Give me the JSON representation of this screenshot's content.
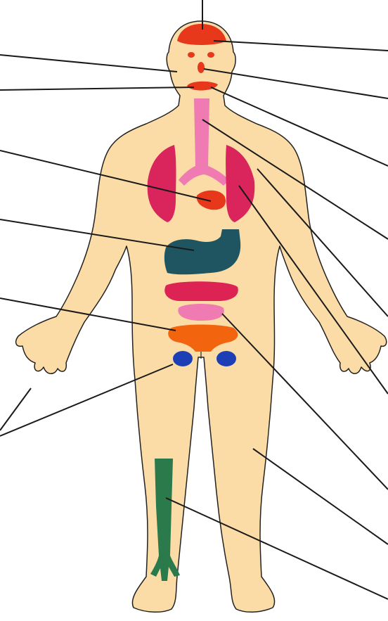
{
  "diagram": {
    "kind": "unlabeled-anatomy-worksheet",
    "colors": {
      "background": "#ffffff",
      "skin": "#fcdca6",
      "outline": "#222222",
      "leader_line": "#1a1a1a",
      "brain": "#e8381c",
      "facial_features": "#e8381c",
      "mouth": "#e8381c",
      "trachea": "#f07ab2",
      "lungs": "#d9245c",
      "heart": "#e8381c",
      "stomach": "#1f5560",
      "pancreas": "#dc2353",
      "intestine_upper": "#f07ab2",
      "intestine_lower": "#f2640e",
      "gonads": "#1d3fb5",
      "vein": "#2a7a4c"
    },
    "organs": [
      {
        "name": "brain"
      },
      {
        "name": "eyes"
      },
      {
        "name": "nose"
      },
      {
        "name": "mouth"
      },
      {
        "name": "trachea"
      },
      {
        "name": "lungs"
      },
      {
        "name": "heart"
      },
      {
        "name": "stomach"
      },
      {
        "name": "pancreas"
      },
      {
        "name": "small-intestine"
      },
      {
        "name": "large-intestine"
      },
      {
        "name": "gonads"
      },
      {
        "name": "leg-vein"
      }
    ],
    "labels": []
  }
}
